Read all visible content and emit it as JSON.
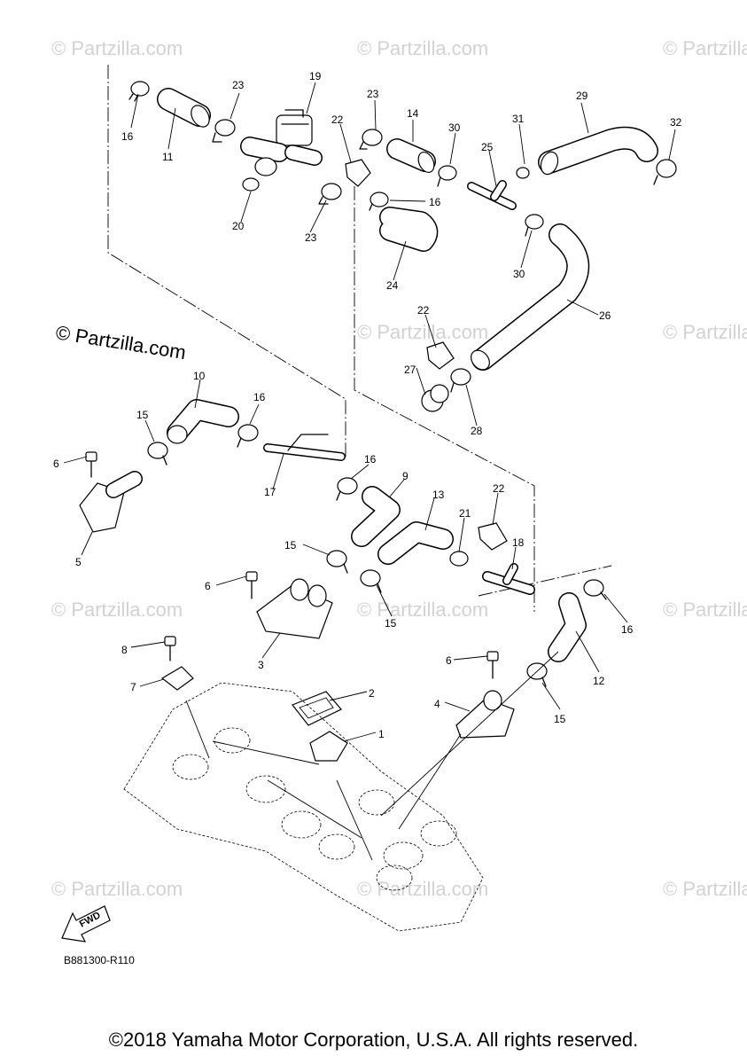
{
  "watermark": "© Partzilla.com",
  "brand_label": "© Partzilla.com",
  "reference_code": "B881300-R110",
  "fwd_label": "FWD",
  "copyright": "©2018 Yamaha Motor Corporation, U.S.A. All rights reserved.",
  "callouts": [
    "1",
    "2",
    "3",
    "4",
    "5",
    "6",
    "7",
    "8",
    "9",
    "10",
    "11",
    "12",
    "13",
    "14",
    "15",
    "16",
    "17",
    "18",
    "19",
    "20",
    "21",
    "22",
    "23",
    "24",
    "25",
    "26",
    "27",
    "28",
    "29",
    "30",
    "31",
    "32"
  ]
}
